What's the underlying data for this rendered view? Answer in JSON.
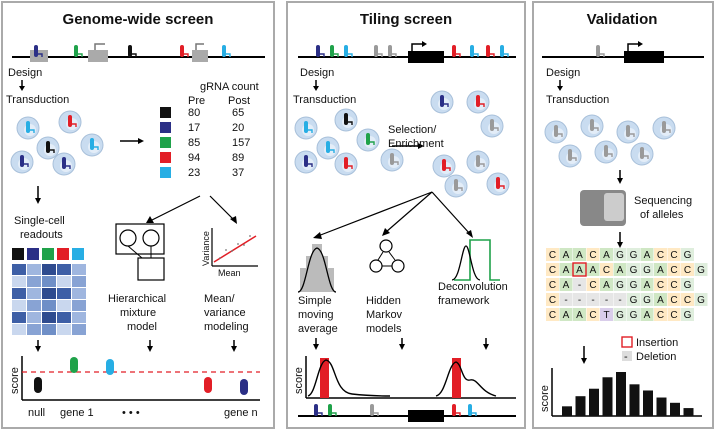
{
  "panels": {
    "genome": {
      "title": "Genome-wide screen",
      "design": "Design",
      "transduction": "Transduction",
      "gRNA_count": "gRNA count",
      "pre_header": "Pre",
      "post_header": "Post",
      "counts": [
        {
          "color": "#111111",
          "pre": "80",
          "post": "65"
        },
        {
          "color": "#2b2f86",
          "pre": "17",
          "post": "20"
        },
        {
          "color": "#1fa24a",
          "pre": "85",
          "post": "157"
        },
        {
          "color": "#e21e26",
          "pre": "94",
          "post": "89"
        },
        {
          "color": "#27aee4",
          "pre": "23",
          "post": "37"
        }
      ],
      "readouts": [
        "Single-cell",
        "readouts"
      ],
      "hierarchical": [
        "Hierarchical",
        "mixture",
        "model"
      ],
      "meanvar": [
        "Mean/",
        "variance",
        "modeling"
      ],
      "variance_axis": "Variance",
      "mean_axis": "Mean",
      "score_axis": "score",
      "x_labels": [
        "null",
        "gene 1",
        "• • •",
        "gene n"
      ]
    },
    "tiling": {
      "title": "Tiling screen",
      "design": "Design",
      "transduction": "Transduction",
      "selection": [
        "Selection/",
        "Enrichment"
      ],
      "method1": [
        "Simple",
        "moving",
        "average"
      ],
      "method2": [
        "Hidden",
        "Markov",
        "models"
      ],
      "method3": [
        "Deconvolution",
        "framework"
      ],
      "score_axis": "score"
    },
    "validation": {
      "title": "Validation",
      "design": "Design",
      "transduction": "Transduction",
      "sequencing": [
        "Sequencing",
        "of alleles"
      ],
      "alignment": [
        [
          "C",
          "A",
          "A",
          "C",
          "A",
          "G",
          "G",
          "A",
          "C",
          "C",
          "G"
        ],
        [
          "C",
          "A",
          "A",
          "A",
          "C",
          "A",
          "G",
          "G",
          "A",
          "C",
          "C",
          "G"
        ],
        [
          "C",
          "A",
          "-",
          "C",
          "A",
          "G",
          "G",
          "A",
          "C",
          "C",
          "G"
        ],
        [
          "C",
          "-",
          "-",
          "-",
          "-",
          "-",
          "G",
          "G",
          "A",
          "C",
          "C",
          "G"
        ],
        [
          "C",
          "A",
          "A",
          "C",
          "T",
          "G",
          "G",
          "A",
          "C",
          "C",
          "G"
        ]
      ],
      "legend_insertion": "Insertion",
      "legend_deletion": "Deletion",
      "score_axis": "score",
      "bars": [
        0.22,
        0.45,
        0.62,
        0.88,
        1.0,
        0.72,
        0.58,
        0.42,
        0.3,
        0.18
      ]
    }
  }
}
